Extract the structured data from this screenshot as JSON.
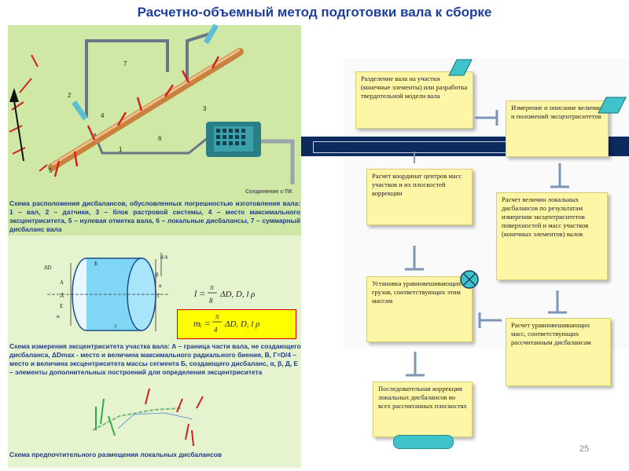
{
  "title": "Расчетно-объемный метод подготовки вала к сборке",
  "left_panel": {
    "caption_1": "Схема расположения дисбалансов, обусловленных погрешностью изготовления вала: 1 – вал, 2 – датчики, 3 – блок растровой системы, 4 – место максимального эксцентриситета, 5 – нулевая отметка вала, 6 – локальные дисбалансы, 7 – суммарный дисбаланс вала",
    "pc_label": "Соединение с ПК",
    "numbers": [
      "1",
      "2",
      "3",
      "4",
      "5",
      "6",
      "7"
    ],
    "caption_2": "Схема измерения эксцентриситета участка вала: А – граница части вала, не создающего дисбаланса, ΔDmax - место и величина максимального радиального биения, В, Г=D/4 – место и величина эксцентриситета массы сегмента Б, создающего дисбаланс, α, β, Д, Е – элементы дополнительных построений для определения эксцентриситета",
    "caption_3": "Схема предпочтительного размещения локальных дисбалансов",
    "formula_1": "l = π/8 ΔD, D, l ρ",
    "formula_2": "mᵢ = π/4 ΔD, D, l ρ"
  },
  "flow": {
    "box1": "Разделение вала на участки (конечные элементы) или разработка твердотельной модели вала",
    "box2": "Измерение и описание величин и положений эксцентриситетов",
    "box3": "Расчет координат центров масс участков и их плоскостей коррекции",
    "box4": "Расчет величин локальных дисбалансов по результатам измерения эксцентриситетов поверхностей и масс участков (конечных элементов) валов",
    "box5": "Установка уравновешивающих грузов, соответствующих этим массам",
    "box6": "Расчет уравновешивающих масс, соответствующих рассчитанным дисбалансам",
    "box7": "Последовательная коррекция локальных дисбалансов во всех рассчитанных плоскостях"
  },
  "page_number": "25",
  "colors": {
    "title": "#1c3f9c",
    "caption": "#1f3b8c",
    "box_fill": "#fdf6a6",
    "bar": "#0d2a5e",
    "accent_teal": "#3fc3ca",
    "panel_green": "#cfe8a6"
  },
  "icons": [
    "down-arrow-icon",
    "right-arrow-icon",
    "left-arrow-icon",
    "x-circle-icon",
    "parallelogram-icon"
  ]
}
